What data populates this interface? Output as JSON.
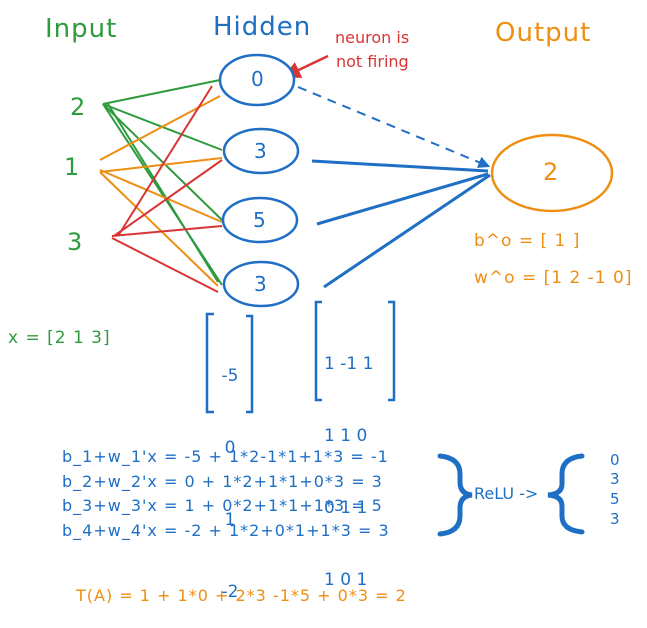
{
  "headers": {
    "input": "Input",
    "hidden": "Hidden",
    "output": "Output"
  },
  "annotation": {
    "line1": "neuron is",
    "line2": "not firing"
  },
  "inputs": [
    "2",
    "1",
    "3"
  ],
  "hidden_nodes": [
    "0",
    "3",
    "5",
    "3"
  ],
  "output_node": "2",
  "x_vector": "x = [2 1 3]",
  "bias_vector": [
    "-5",
    "0",
    "1",
    "-2"
  ],
  "weight_matrix": [
    "1 -1 1",
    "1 1 0",
    "0 1 1",
    "1 0 1"
  ],
  "output_bias": "b^o = [ 1 ]",
  "output_weights": "w^o = [1 2 -1 0]",
  "equations": [
    "b_1+w_1'x = -5 + 1*2-1*1+1*3 = -1",
    "b_2+w_2'x = 0 + 1*2+1*1+0*3 = 3",
    "b_3+w_3'x = 1 + 0*2+1*1+1*3 = 5",
    "b_4+w_4'x = -2 + 1*2+0*1+1*3 = 3"
  ],
  "relu_label": "ReLU ->",
  "relu_outputs": [
    "0",
    "3",
    "5",
    "3"
  ],
  "final_equation": "T(A) = 1 + 1*0 + 2*3 -1*5 + 0*3 = 2",
  "colors": {
    "input": "#2e9b3e",
    "hidden": "#1f6fc5",
    "output": "#ee8e12",
    "annotation": "#d83535"
  }
}
